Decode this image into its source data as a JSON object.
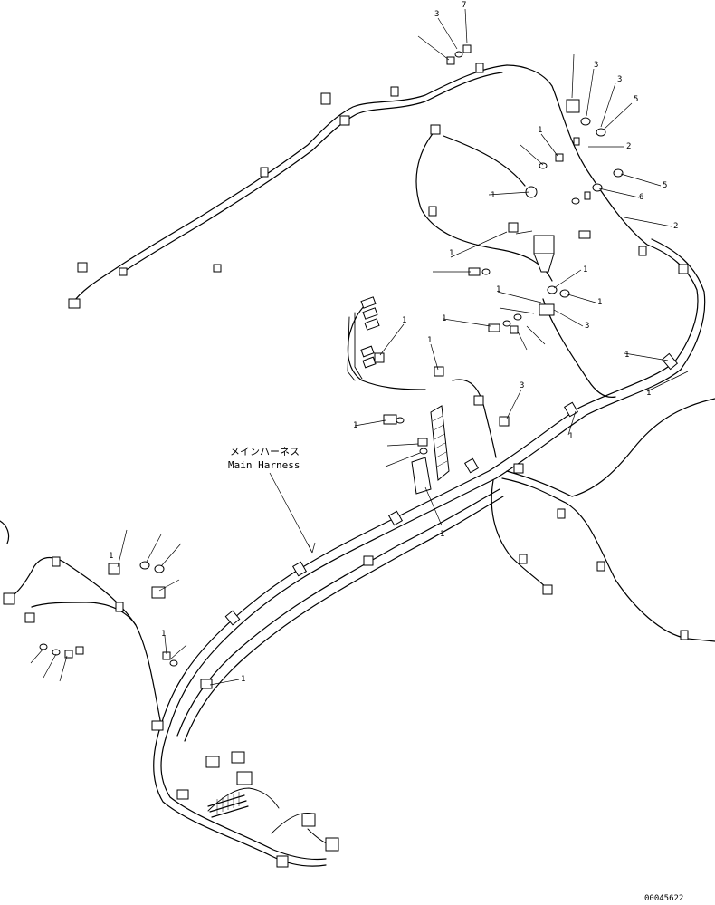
{
  "title": {
    "japanese": "メインハーネス",
    "english": "Main Harness"
  },
  "drawing_number": "00045622",
  "callouts": [
    "3",
    "7",
    "3",
    "3",
    "5",
    "2",
    "5",
    "6",
    "2",
    "1",
    "1",
    "1",
    "1",
    "1",
    "1",
    "3",
    "1",
    "1",
    "1",
    "1",
    "1",
    "1",
    "3",
    "1",
    "1",
    "1",
    "1",
    "1"
  ],
  "icons": {
    "harness": "wire-harness-drawing",
    "connector": "connector-icon",
    "clamp": "clamp-icon",
    "bolt": "bolt-icon",
    "washer": "washer-icon"
  },
  "colors": {
    "line": "#000000",
    "background": "#ffffff"
  }
}
